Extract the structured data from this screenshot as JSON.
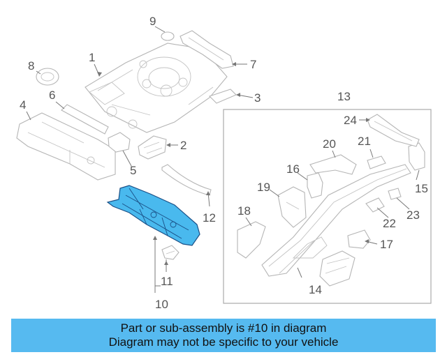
{
  "diagram": {
    "callouts": {
      "c1": "1",
      "c2": "2",
      "c3": "3",
      "c4": "4",
      "c5": "5",
      "c6": "6",
      "c7": "7",
      "c8": "8",
      "c9": "9",
      "c10": "10",
      "c11": "11",
      "c12": "12",
      "c13": "13",
      "c14": "14",
      "c15": "15",
      "c16": "16",
      "c17": "17",
      "c18": "18",
      "c19": "19",
      "c20": "20",
      "c21": "21",
      "c22": "22",
      "c23": "23",
      "c24": "24"
    },
    "highlighted_part": "10"
  },
  "banner": {
    "line1": "Part or sub-assembly is #10 in diagram",
    "line2": "Diagram may not be specific to your vehicle"
  },
  "colors": {
    "highlight": "#49b9ee",
    "banner": "#56baf0",
    "line_art": "#b5b5b5"
  }
}
